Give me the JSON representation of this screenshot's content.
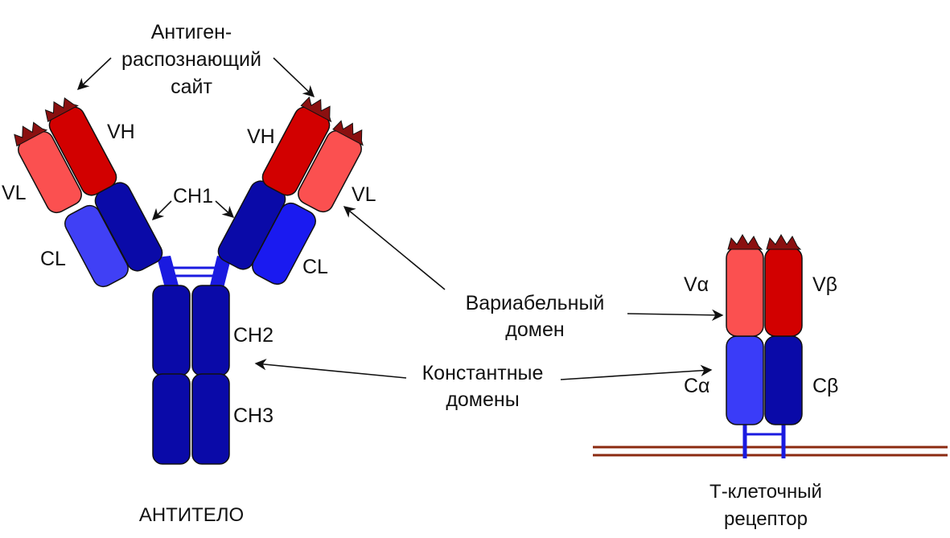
{
  "antibody": {
    "antigen_site_label": [
      "Антиген-",
      "распознающий",
      "сайт"
    ],
    "vh_left": "VH",
    "vl_left": "VL",
    "cl_left": "CL",
    "ch1": "CH1",
    "vh_right": "VH",
    "vl_right": "VL",
    "cl_right": "CL",
    "ch2": "CH2",
    "ch3": "CH3",
    "caption": "АНТИТЕЛО"
  },
  "center": {
    "variable_domain": [
      "Вариабельный",
      "домен"
    ],
    "constant_domains": [
      "Константные",
      "домены"
    ]
  },
  "tcr": {
    "v_alpha": "Vα",
    "v_beta": "Vβ",
    "c_alpha": "Cα",
    "c_beta": "Cβ",
    "caption": [
      "Т-клеточный",
      "рецептор"
    ]
  },
  "colors": {
    "light_red": "#fb5050",
    "dark_red": "#d20000",
    "light_blue": "#3a3cf8",
    "dark_blue": "#0a0aa8",
    "membrane": "#8b2a10",
    "outline": "#111111"
  }
}
